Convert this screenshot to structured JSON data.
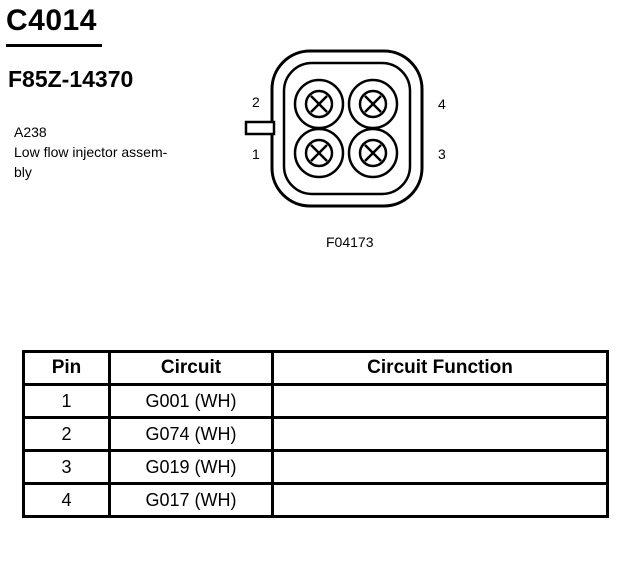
{
  "header": {
    "connector_id": "C4014",
    "part_number": "F85Z-14370"
  },
  "description": {
    "code": "A238",
    "text": "Low flow injector assem-\nbly"
  },
  "connector_diagram": {
    "pin_labels": {
      "p1": "1",
      "p2": "2",
      "p3": "3",
      "p4": "4"
    },
    "figure_id": "F04173"
  },
  "table": {
    "headers": {
      "pin": "Pin",
      "circuit": "Circuit",
      "function": "Circuit Function"
    },
    "rows": [
      {
        "pin": "1",
        "circuit": "G001 (WH)",
        "function": ""
      },
      {
        "pin": "2",
        "circuit": "G074 (WH)",
        "function": ""
      },
      {
        "pin": "3",
        "circuit": "G019 (WH)",
        "function": ""
      },
      {
        "pin": "4",
        "circuit": "G017 (WH)",
        "function": ""
      }
    ]
  }
}
